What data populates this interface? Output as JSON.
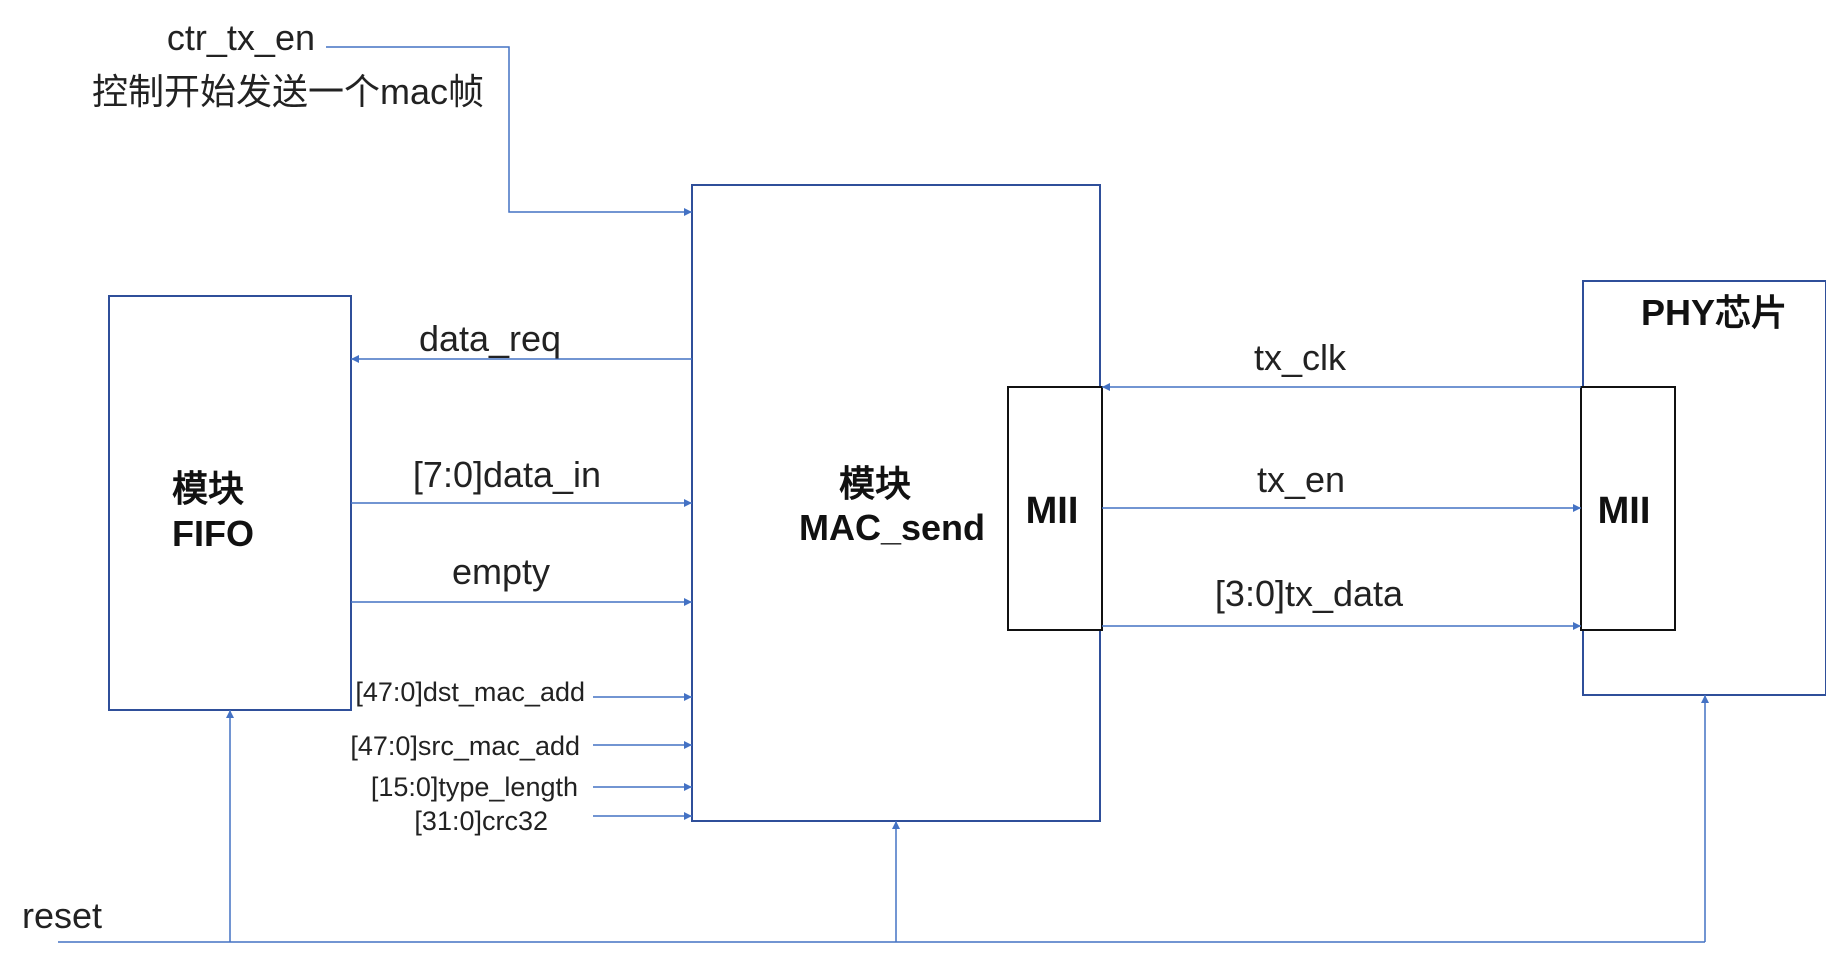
{
  "signals": {
    "ctr_tx_en": "ctr_tx_en",
    "ctr_tx_en_desc": "控制开始发送一个mac帧",
    "data_req": "data_req",
    "data_in": "[7:0]data_in",
    "empty": "empty",
    "dst_mac_add": "[47:0]dst_mac_add",
    "src_mac_add": "[47:0]src_mac_add",
    "type_length": "[15:0]type_length",
    "crc32": "[31:0]crc32",
    "tx_clk": "tx_clk",
    "tx_en": "tx_en",
    "tx_data": "[3:0]tx_data",
    "reset": "reset"
  },
  "blocks": {
    "fifo": {
      "line1": "模块",
      "line2": "FIFO"
    },
    "mac_send": {
      "line1": "模块",
      "line2": "MAC_send",
      "port": "MII"
    },
    "phy": {
      "title": "PHY芯片",
      "port": "MII"
    }
  },
  "colors": {
    "wire": "#4472c4",
    "block_border": "#2f4f9a"
  }
}
